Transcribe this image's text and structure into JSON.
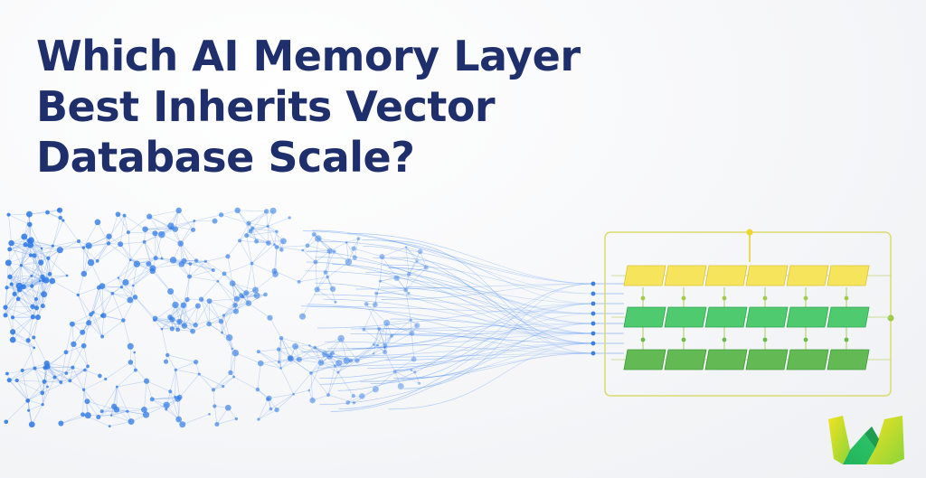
{
  "headline": {
    "line1": "Which AI Memory Layer",
    "line2": "Best Inherits Vector",
    "line3": "Database Scale?"
  },
  "colors": {
    "title": "#1f2f6b",
    "dots": "#3b82f6",
    "yellow_blocks": "#f5e25a",
    "green_blocks": "#4cc46a",
    "dark_green_blocks": "#5fb84e",
    "frame": "#d4d86a",
    "logo_yellow": "#f2e024",
    "logo_green": "#2fbf5f"
  },
  "illustration": {
    "left": "vector point cloud",
    "right": "layered memory blocks",
    "rows": 3,
    "blocks_per_row": 6
  },
  "logo": {
    "icon": "w-logo-icon"
  }
}
